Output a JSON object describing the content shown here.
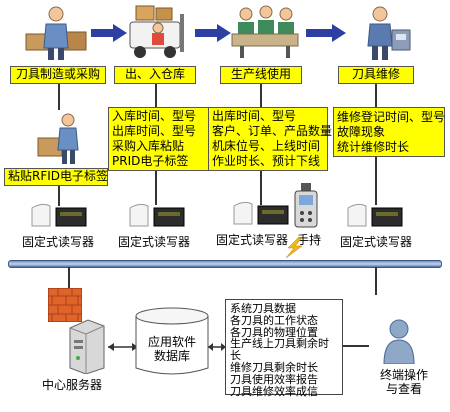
{
  "stages": [
    {
      "label": "刀具制造或采购"
    },
    {
      "label": "出、入仓库"
    },
    {
      "label": "生产线使用"
    },
    {
      "label": "刀具维修"
    }
  ],
  "details": [
    {
      "lines": [
        "入库时间、型号",
        "出库时间、型号",
        "采购入库粘贴",
        "PRID电子标签"
      ]
    },
    {
      "lines": [
        "出库时间、型号",
        "客户、订单、产品数量",
        "机床位号、上线时间",
        "作业时长、预计下线"
      ]
    },
    {
      "lines": [
        "维修登记时间、型号",
        "故障现象",
        "统计维修时长"
      ]
    }
  ],
  "rfid_label": "粘贴RFID电子标签",
  "readers": [
    "固定式读写器",
    "固定式读写器",
    "固定式读写器",
    "固定式读写器"
  ],
  "handheld_label": "手持",
  "server_label": "中心服务器",
  "database_label": [
    "应用软件",
    "数据库"
  ],
  "info_lines": [
    "系统刀具数据",
    "各刀具的工作状态",
    "各刀具的物理位置",
    "生产线上刀具剩余时长",
    "维修刀具剩余时长",
    "刀具使用效率报告",
    "刀具维修效率成信"
  ],
  "terminal_label": [
    "终端操作",
    "与查看"
  ],
  "colors": {
    "highlight": "#ffff00",
    "arrow": "#2e3fa3",
    "bus": "#6f8fc0"
  }
}
